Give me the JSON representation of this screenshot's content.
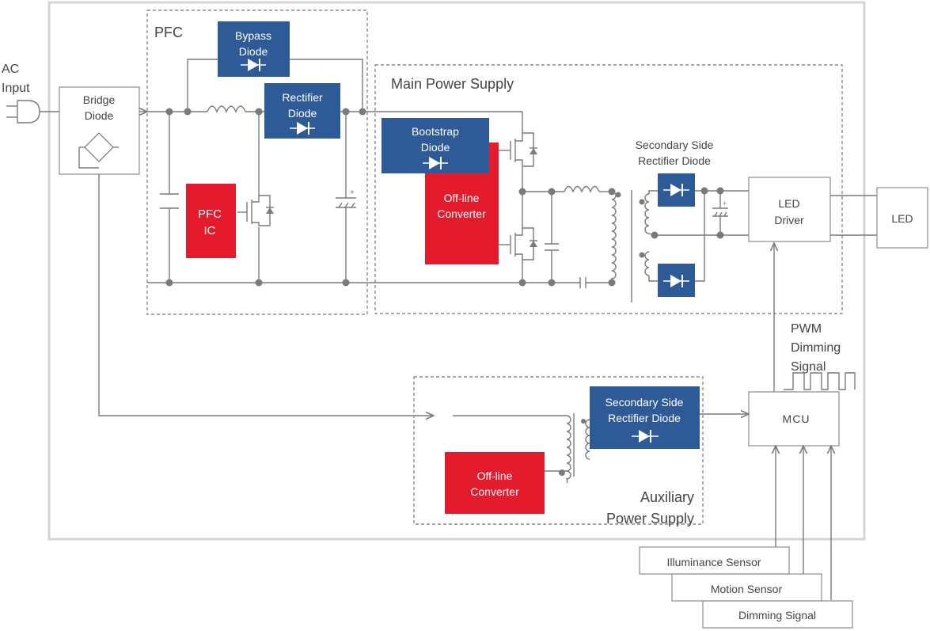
{
  "labels": {
    "ac_input_line1": "AC",
    "ac_input_line2": "Input",
    "bridge_line1": "Bridge",
    "bridge_line2": "Diode",
    "pfc_group": "PFC",
    "bypass_line1": "Bypass",
    "bypass_line2": "Diode",
    "rectifier_line1": "Rectifier",
    "rectifier_line2": "Diode",
    "pfc_ic_line1": "PFC",
    "pfc_ic_line2": "IC",
    "main_group": "Main Power Supply",
    "bootstrap_line1": "Bootstrap",
    "bootstrap_line2": "Diode",
    "offline_main_line1": "Off-line",
    "offline_main_line2": "Converter",
    "sec_side_main_line1": "Secondary Side",
    "sec_side_main_line2": "Rectifier Diode",
    "led_driver_line1": "LED",
    "led_driver_line2": "Driver",
    "led": "LED",
    "pwm_line1": "PWM",
    "pwm_line2": "Dimming",
    "pwm_line3": "Signal",
    "mcu": "MCU",
    "aux_sec_line1": "Secondary Side",
    "aux_sec_line2": "Rectifier Diode",
    "offline_aux_line1": "Off-line",
    "offline_aux_line2": "Converter",
    "aux_group_line1": "Auxiliary",
    "aux_group_line2": "Power Supply",
    "illuminance_sensor": "Illuminance Sensor",
    "motion_sensor": "Motion Sensor",
    "dimming_signal": "Dimming Signal"
  },
  "colors": {
    "diode_block": "#2e5b97",
    "converter_block": "#e31b2d",
    "wire": "#7a7a7a",
    "frame": "#d4d4d4"
  }
}
